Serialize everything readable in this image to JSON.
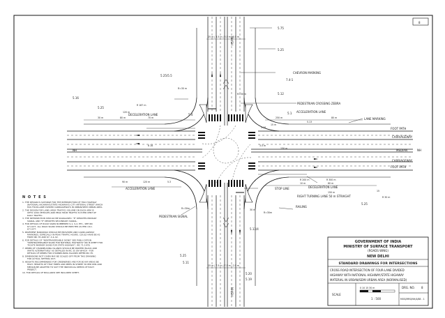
{
  "sheet": {
    "sheet_number": "8",
    "road_names": {
      "north": "NH/SH",
      "south": "NH/SH"
    }
  },
  "labels": {
    "chevron_marking": "CHEVRON MARKING",
    "pedestrian_crossing": "PEDESTRIAN CROSSING ZEBRA",
    "acceleration_lane_top": "ACCELERATION LANE",
    "deceleration_lane_top": "DECELERATION LANE",
    "lane_marking": "LANE MARKING",
    "foot_path": "FOOT PATH",
    "carriageway_top": "CARRIAGEWAY",
    "median": "MEDIAN",
    "carriageway_bottom": "CARRIAGEWAY",
    "foot_path_bottom": "FOOT PATH",
    "deceleration_lane_right": "DECELERATION LANE",
    "right_turning_lane": "RIGHT TURNING LANE 50 m STRAIGHT",
    "stop_line": "STOP LINE",
    "railing": "RAILING",
    "acceleration_lane_bottom": "ACCELERATION LANE",
    "pedestrian_signal": "PEDESTRIAN SIGNAL",
    "nh_left": "NH",
    "nh_right": "NH"
  },
  "dimensions": {
    "d_5_75": "5.75",
    "d_5_25_right": "5.25",
    "d_5_25_left": "5.25",
    "d_5_25_bottom": "5.25",
    "d_5_25_bot_right": "5.25",
    "d_5_25_5": "5.25/5.5",
    "d_7_4": "7.4-1",
    "d_5_1": "5.1",
    "d_5_4": "5.4",
    "d_5_12": "5.12",
    "d_5_13": "5.13",
    "d_5_18": "5.18",
    "d_5_13_4": "5.13/4",
    "d_5_11": "5.11",
    "d_5_16": "5.16",
    "d_5_3": "5.3",
    "d_5_19": "5.19",
    "d_5_20": "5.20",
    "r_187": "R 187 m",
    "r_30_top": "R=30 m",
    "r_30_left": "R=30 m",
    "r_30_bl": "R=30m",
    "r_30_br": "R=30m",
    "r_300": "R 300 m",
    "r_200": "R 200 m",
    "r_30_right": "R 30 m",
    "d_120": "120 m",
    "d_80_top": "80 m",
    "d_70": "70 m",
    "d_30_left": "30 m",
    "d_250": "250 m",
    "d_80_right": "80 m",
    "d_60": "60 m",
    "d_15_right": "15 m",
    "d_150": "150 m",
    "d_10": "10 m",
    "d_15_small": "15",
    "d_15_top": "25 m | 3.5 m | 3.5 m | 2.5 m",
    "d_15_bottom": "15 m | 7.5 m | 7.5 m | 2.5 m",
    "d_35": "3.5 m",
    "d_30_cross": "30 m",
    "d_150_right": "150 m",
    "d_90": "90 m",
    "d_120_left": "120 m",
    "d_6_16": "6 16"
  },
  "notes": {
    "title": "N O T E S",
    "items": [
      "1.  THE DESIGN IS SUITABLE FOR THE INTERSECTION OF TWO HIGHWAY (NATIONAL HIGHWAYS/STATE HIGHWAYS) CITY ARTERIAL STREET WHICH HAS FOUR-LANE DIVIDED CARRIAGEWAYS IN URBAN/SEMI URBAN AREA.",
      "2.  THE DESIGN FOR LANE (AREA TRAFFIC) VOLUME ON EACH ARM IS UPTO 1200 VEHICLES AND PEAK HOUR TRAFFIC IS 8 PER CENT OF DAILY TRAFFIC.",
      "3.  THE INTERSECTION SHOULD BE SIGNALISED. \"E\" DENOTES PRIMARY SIGNAL AND \"P\" DENOTES SECONDARY SIGNAL.",
      "4.  FOR DETAILS OF ROAD SIGNS NUMBERED S-1, S-2, ETC., SEE IRC 67-1977. ALL ROAD SIGNS SHOULD BE ERECTED AS PER I.R.C. 67-1977.",
      "5.  PAVEMENT MARKINGS SHOULD BE PROVIDED AND CARRI-AGEWAY MARKINGS, ESPECIALLY IN PEAK TRAFFIC HOURS. COULD HAVE BE AS FROM IRC 35 AND 67. 4 & 42.",
      "6.  FOR DETAILS OF \"NONTRAVERSABLE SIGNS\" SEE PUBLI-CATION \"NONTRAVERSABLE SIGNS FOR NATIONAL HIGHWAYS\" IRC B-SHEET FOR \"ROUTE MARKER SIGNS FOR STATE HIGHWAY\", IRC 71-1978.",
      "7.  KERBS OF CHANNELISING ISLANDS SHOULD BE PAINTED BLACK AND WHITE ALTERNATIVELY AS DETAILED IN IRC 35 ON WHICH - FOR DETAILS OF KERBS FOR CHANNELISING ISLANDS REFER IRC 35.",
      "8.  DIMENSIONS NOT GIVEN MAY BE SCALED OFF FROM THIS DRAWING FOR ACTUAL SETTING OUT.",
      "9.  HEIGHTS RECOMMENDED FOR GREENERIES ARE FOR 80 KM AREAS BE HIGH. HEIGHTS OF THAT TREES AND PIPES IN STREET 30 PER KMS AND MEDIAN BE ADAPTED TO SUIT THE INDIVIDUAL NEEDS OF EACH PROJECT.",
      "10. FOR DETAILS OF BOLLARDS SEE INCLUDED SHEET."
    ]
  },
  "title_block": {
    "org1": "GOVERNMENT OF INDIA",
    "org2": "MINISTRY OF SURFACE TRANSPORT",
    "org3": "(ROADS WING)",
    "city": "NEW DELHI",
    "series": "STANDARD DRAWINGS FOR INTERSECTIONS",
    "desc1": "CROSS ROAD INTERSECTION OF FOUR-LANE DIVIDED",
    "desc2": "HIGHWAY WITH NATIONAL HIGHWAY/STATE HIGHWAY",
    "desc3": "MATERIAL IN URBAN/SEMI URBAN AREA (NORMALISED)",
    "scale_label": "SCALE",
    "scale_ticks": "0   10   15   30 m",
    "scale_ratio": "1 : 500",
    "drg_label": "DRG. NO.",
    "drg_no": "8",
    "drg_ref": "MOS/MRS/NH/4/88 - 1"
  },
  "colors": {
    "ink": "#111111",
    "paper": "#ffffff"
  }
}
